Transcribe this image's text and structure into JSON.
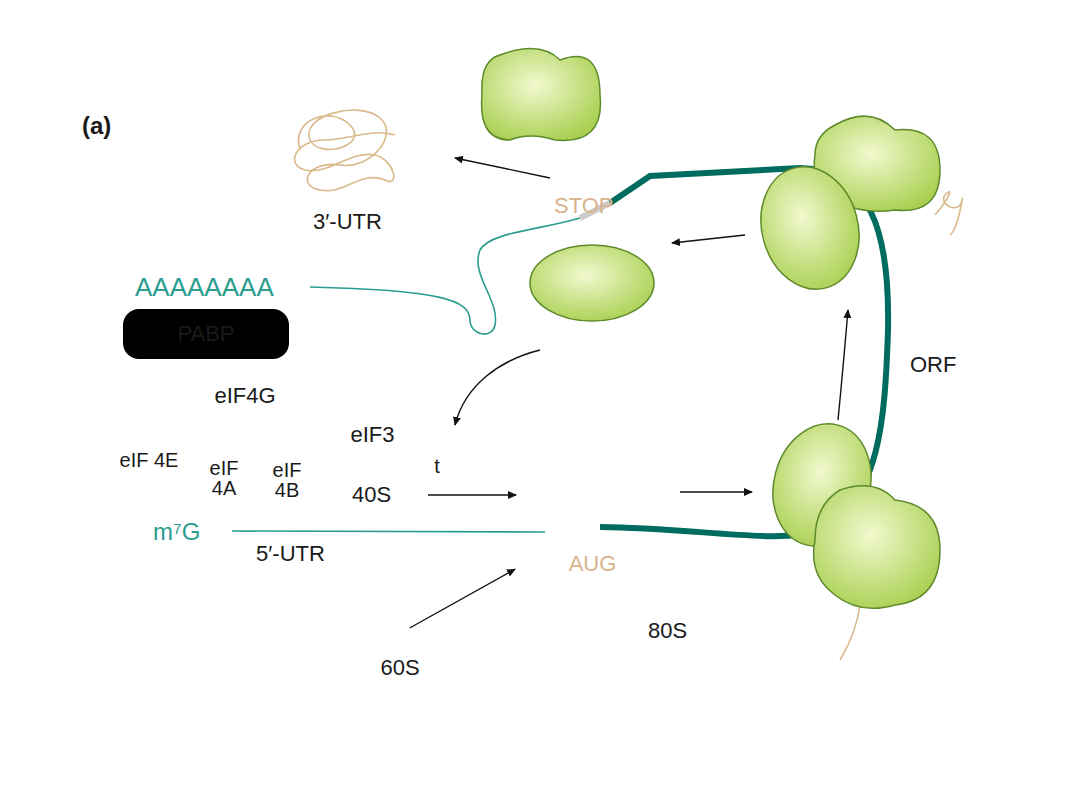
{
  "diagram": {
    "nodes": [
      {
        "text": [
          "PABP"
        ]
      },
      {
        "text": [
          "eIF4G"
        ]
      },
      {
        "text": [
          "eIF 4E"
        ]
      },
      {
        "text": [
          "eIF 4A"
        ]
      },
      {
        "text": [
          "eIF 4B"
        ]
      },
      {
        "text": [
          "eIF3"
        ]
      },
      {
        "text": [
          "t"
        ]
      },
      {
        "text": [
          "40S"
        ]
      },
      {
        "text": [
          "AUG"
        ]
      },
      {
        "text": [
          "60S"
        ]
      }
    ],
    "edges": [
      {
        "from": 7,
        "to": 8,
        "arrow": "to"
      },
      {
        "from": 9,
        "to": 8,
        "arrow": "to"
      }
    ],
    "labels": [
      "(a)",
      "STOP",
      "3′-UTR",
      "AAAAAAAA",
      "m⁷G",
      "5′-UTR",
      "ORF",
      "80S"
    ]
  }
}
